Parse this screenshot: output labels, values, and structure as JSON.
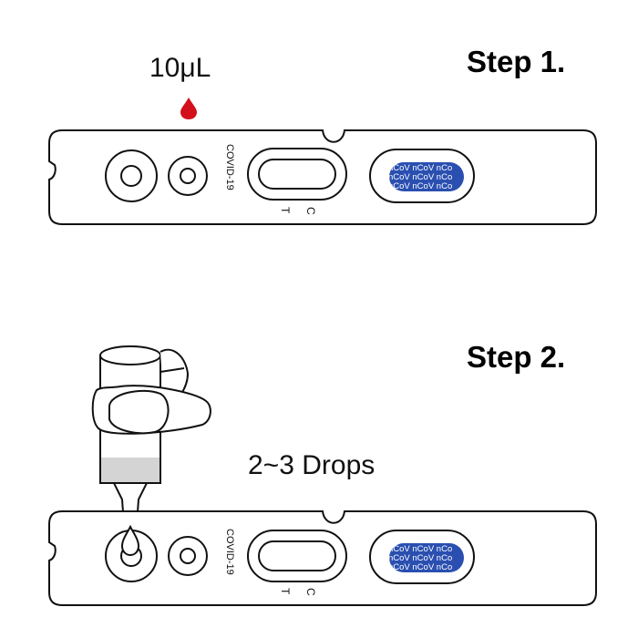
{
  "colors": {
    "blood_drop": "#d40f1c",
    "window_blue": "#2a4fb0",
    "window_text": "#ffffff",
    "buffer_liquid": "#d4d4d4",
    "outline": "#111111"
  },
  "step1": {
    "label": "Step 1.",
    "volume": "10μL",
    "cassette": {
      "brand": "COVID-19",
      "c_mark": "C",
      "t_mark": "T",
      "label_text": "nCoV nCoV nCo"
    }
  },
  "step2": {
    "label": "Step 2.",
    "drops": "2~3 Drops",
    "cassette": {
      "brand": "COVID-19",
      "c_mark": "C",
      "t_mark": "T",
      "label_text": "nCoV nCoV nCo"
    }
  }
}
